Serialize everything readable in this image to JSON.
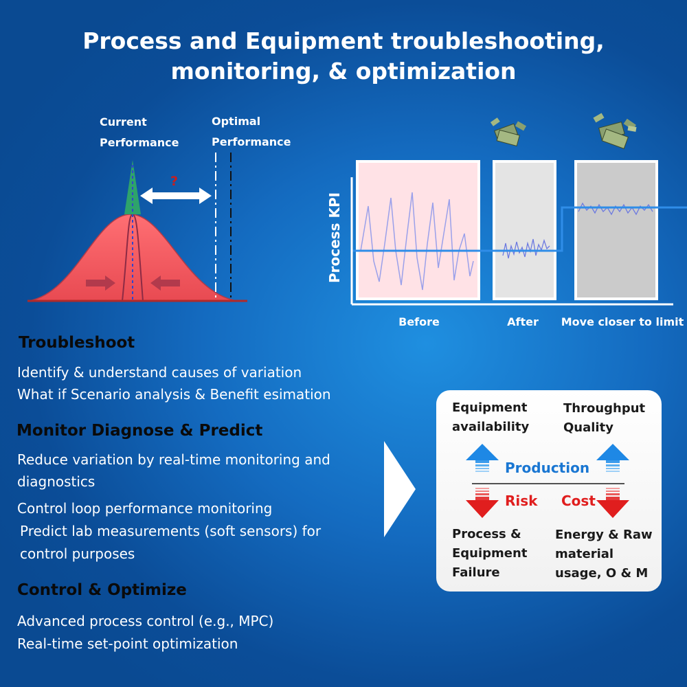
{
  "title": {
    "line1": "Process and Equipment troubleshooting,",
    "line2": "monitoring, & optimization"
  },
  "distribution": {
    "current_line1": "Current",
    "current_line2": "Performance",
    "optimal_line1": "Optimal",
    "optimal_line2": "Performance",
    "question_mark": "?"
  },
  "kpi_chart": {
    "ylabel": "Process KPI",
    "panels": [
      "Before",
      "After",
      "Move closer to limit"
    ],
    "icon": "money-icon"
  },
  "sections": {
    "troubleshoot": {
      "heading": "Troubleshoot",
      "items": [
        "Identify & understand causes of variation",
        "What if Scenario analysis & Benefit esimation"
      ]
    },
    "monitor": {
      "heading": "Monitor Diagnose & Predict",
      "items": [
        "Reduce variation by real-time monitoring and",
        "diagnostics",
        "Control loop performance monitoring",
        "Predict lab measurements (soft sensors) for",
        "control purposes"
      ]
    },
    "control": {
      "heading": "Control & Optimize",
      "items": [
        "Advanced process control (e.g., MPC)",
        "Real-time set-point optimization"
      ]
    }
  },
  "benefits": {
    "equipment_line1": "Equipment",
    "equipment_line2": "availability",
    "throughput_line1": "Throughput",
    "throughput_line2": "Quality",
    "production": "Production",
    "risk": "Risk",
    "cost": "Cost",
    "failure_line1": "Process &",
    "failure_line2": "Equipment",
    "failure_line3": "Failure",
    "energy_line1": "Energy & Raw",
    "energy_line2": "material",
    "energy_line3": "usage, O & M"
  },
  "colors": {
    "up_arrow": "#1e88e5",
    "down_arrow": "#e01e1e",
    "bell": "#f0595e",
    "peak": "#2ea36b"
  }
}
